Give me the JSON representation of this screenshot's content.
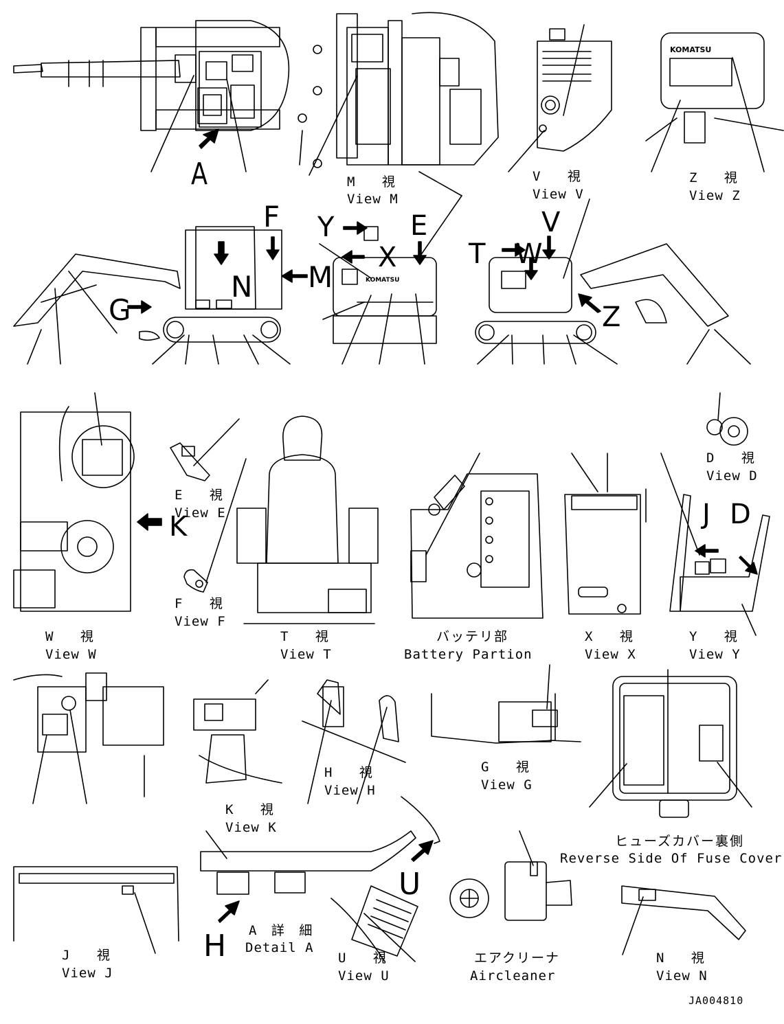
{
  "views": [
    {
      "id": "view-m",
      "jp": "M 視",
      "en": "View M"
    },
    {
      "id": "view-v",
      "jp": "V 視",
      "en": "View V"
    },
    {
      "id": "view-z",
      "jp": "Z 視",
      "en": "View Z"
    },
    {
      "id": "view-e",
      "jp": "E 視",
      "en": "View E"
    },
    {
      "id": "view-f",
      "jp": "F 視",
      "en": "View F"
    },
    {
      "id": "view-w",
      "jp": "W 視",
      "en": "View W"
    },
    {
      "id": "view-t",
      "jp": "T 視",
      "en": "View T"
    },
    {
      "id": "battery",
      "jp": "バッテリ部",
      "en": "Battery Partion"
    },
    {
      "id": "view-x",
      "jp": "X 視",
      "en": "View X"
    },
    {
      "id": "view-y",
      "jp": "Y 視",
      "en": "View Y"
    },
    {
      "id": "view-d",
      "jp": "D 視",
      "en": "View D"
    },
    {
      "id": "view-h",
      "jp": "H 視",
      "en": "View H"
    },
    {
      "id": "view-g",
      "jp": "G 視",
      "en": "View G"
    },
    {
      "id": "view-k",
      "jp": "K 視",
      "en": "View K"
    },
    {
      "id": "fuse-cover",
      "jp": "ヒューズカバー裏側",
      "en": "Reverse Side Of Fuse Cover"
    },
    {
      "id": "view-j",
      "jp": "J 視",
      "en": "View J"
    },
    {
      "id": "detail-a",
      "jp": "A 詳 細",
      "en": "Detail A"
    },
    {
      "id": "view-u",
      "jp": "U 視",
      "en": "View U"
    },
    {
      "id": "aircleaner",
      "jp": "エアクリーナ",
      "en": "Aircleaner"
    },
    {
      "id": "view-n",
      "jp": "N 視",
      "en": "View N"
    }
  ],
  "arrow_letters": {
    "a": "A",
    "f": "F",
    "g": "G",
    "n": "N",
    "m": "M",
    "y": "Y",
    "x": "X",
    "e": "E",
    "t": "T",
    "w": "W",
    "v": "V",
    "z": "Z",
    "k": "K",
    "j": "J",
    "d": "D",
    "h": "H",
    "u": "U"
  },
  "brand": "KOMATSU",
  "drawing_code": "JA004810"
}
